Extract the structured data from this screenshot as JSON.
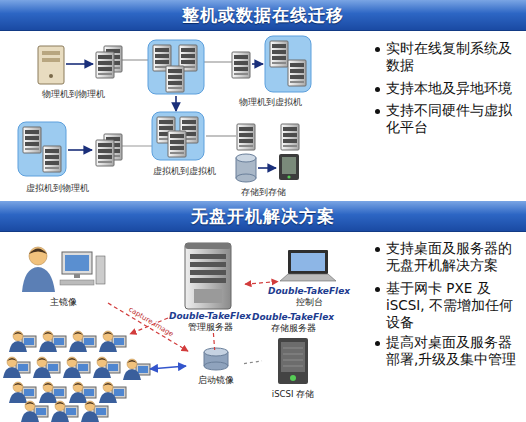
{
  "diagram": {
    "nodes": [
      {
        "text": [
          "整机或数据在线迁移"
        ]
      },
      {
        "text": [
          "物理机到物理机"
        ]
      },
      {
        "text": [
          "物理机到虚拟机"
        ]
      },
      {
        "text": [
          "虚拟机到虚拟机"
        ]
      },
      {
        "text": [
          "虚拟机到物理机"
        ]
      },
      {
        "text": [
          "存储到存储"
        ]
      },
      {
        "text": [
          "无盘开机解决方案"
        ]
      },
      {
        "text": [
          "主镜像"
        ]
      },
      {
        "text": [
          "Double-TakeFlex",
          "管理服务器"
        ]
      },
      {
        "text": [
          "Double-TakeFlex",
          "控制台"
        ]
      },
      {
        "text": [
          "Double-TakeFlex",
          "存储服务器",
          "iSCSI 存储"
        ]
      },
      {
        "text": [
          "启动镜像"
        ]
      }
    ],
    "edges": [
      {
        "from": 7,
        "to": 11,
        "arrow": "to",
        "label": "capture image"
      },
      {
        "from": 8,
        "to": 9,
        "arrow": "both"
      },
      {
        "from": 8,
        "to": 11,
        "arrow": "none"
      },
      {
        "from": 11,
        "to": 10,
        "arrow": "none"
      }
    ],
    "labels": [
      "实时在线复制系统及数据",
      "支持本地及异地环境",
      "支持不同硬件与虚拟化平台",
      "支持桌面及服务器的无盘开机解决方案",
      "基于网卡 PXE 及 iSCSI, 不需增加任何设备",
      "提高对桌面及服务器部署,升级及集中管理"
    ]
  }
}
